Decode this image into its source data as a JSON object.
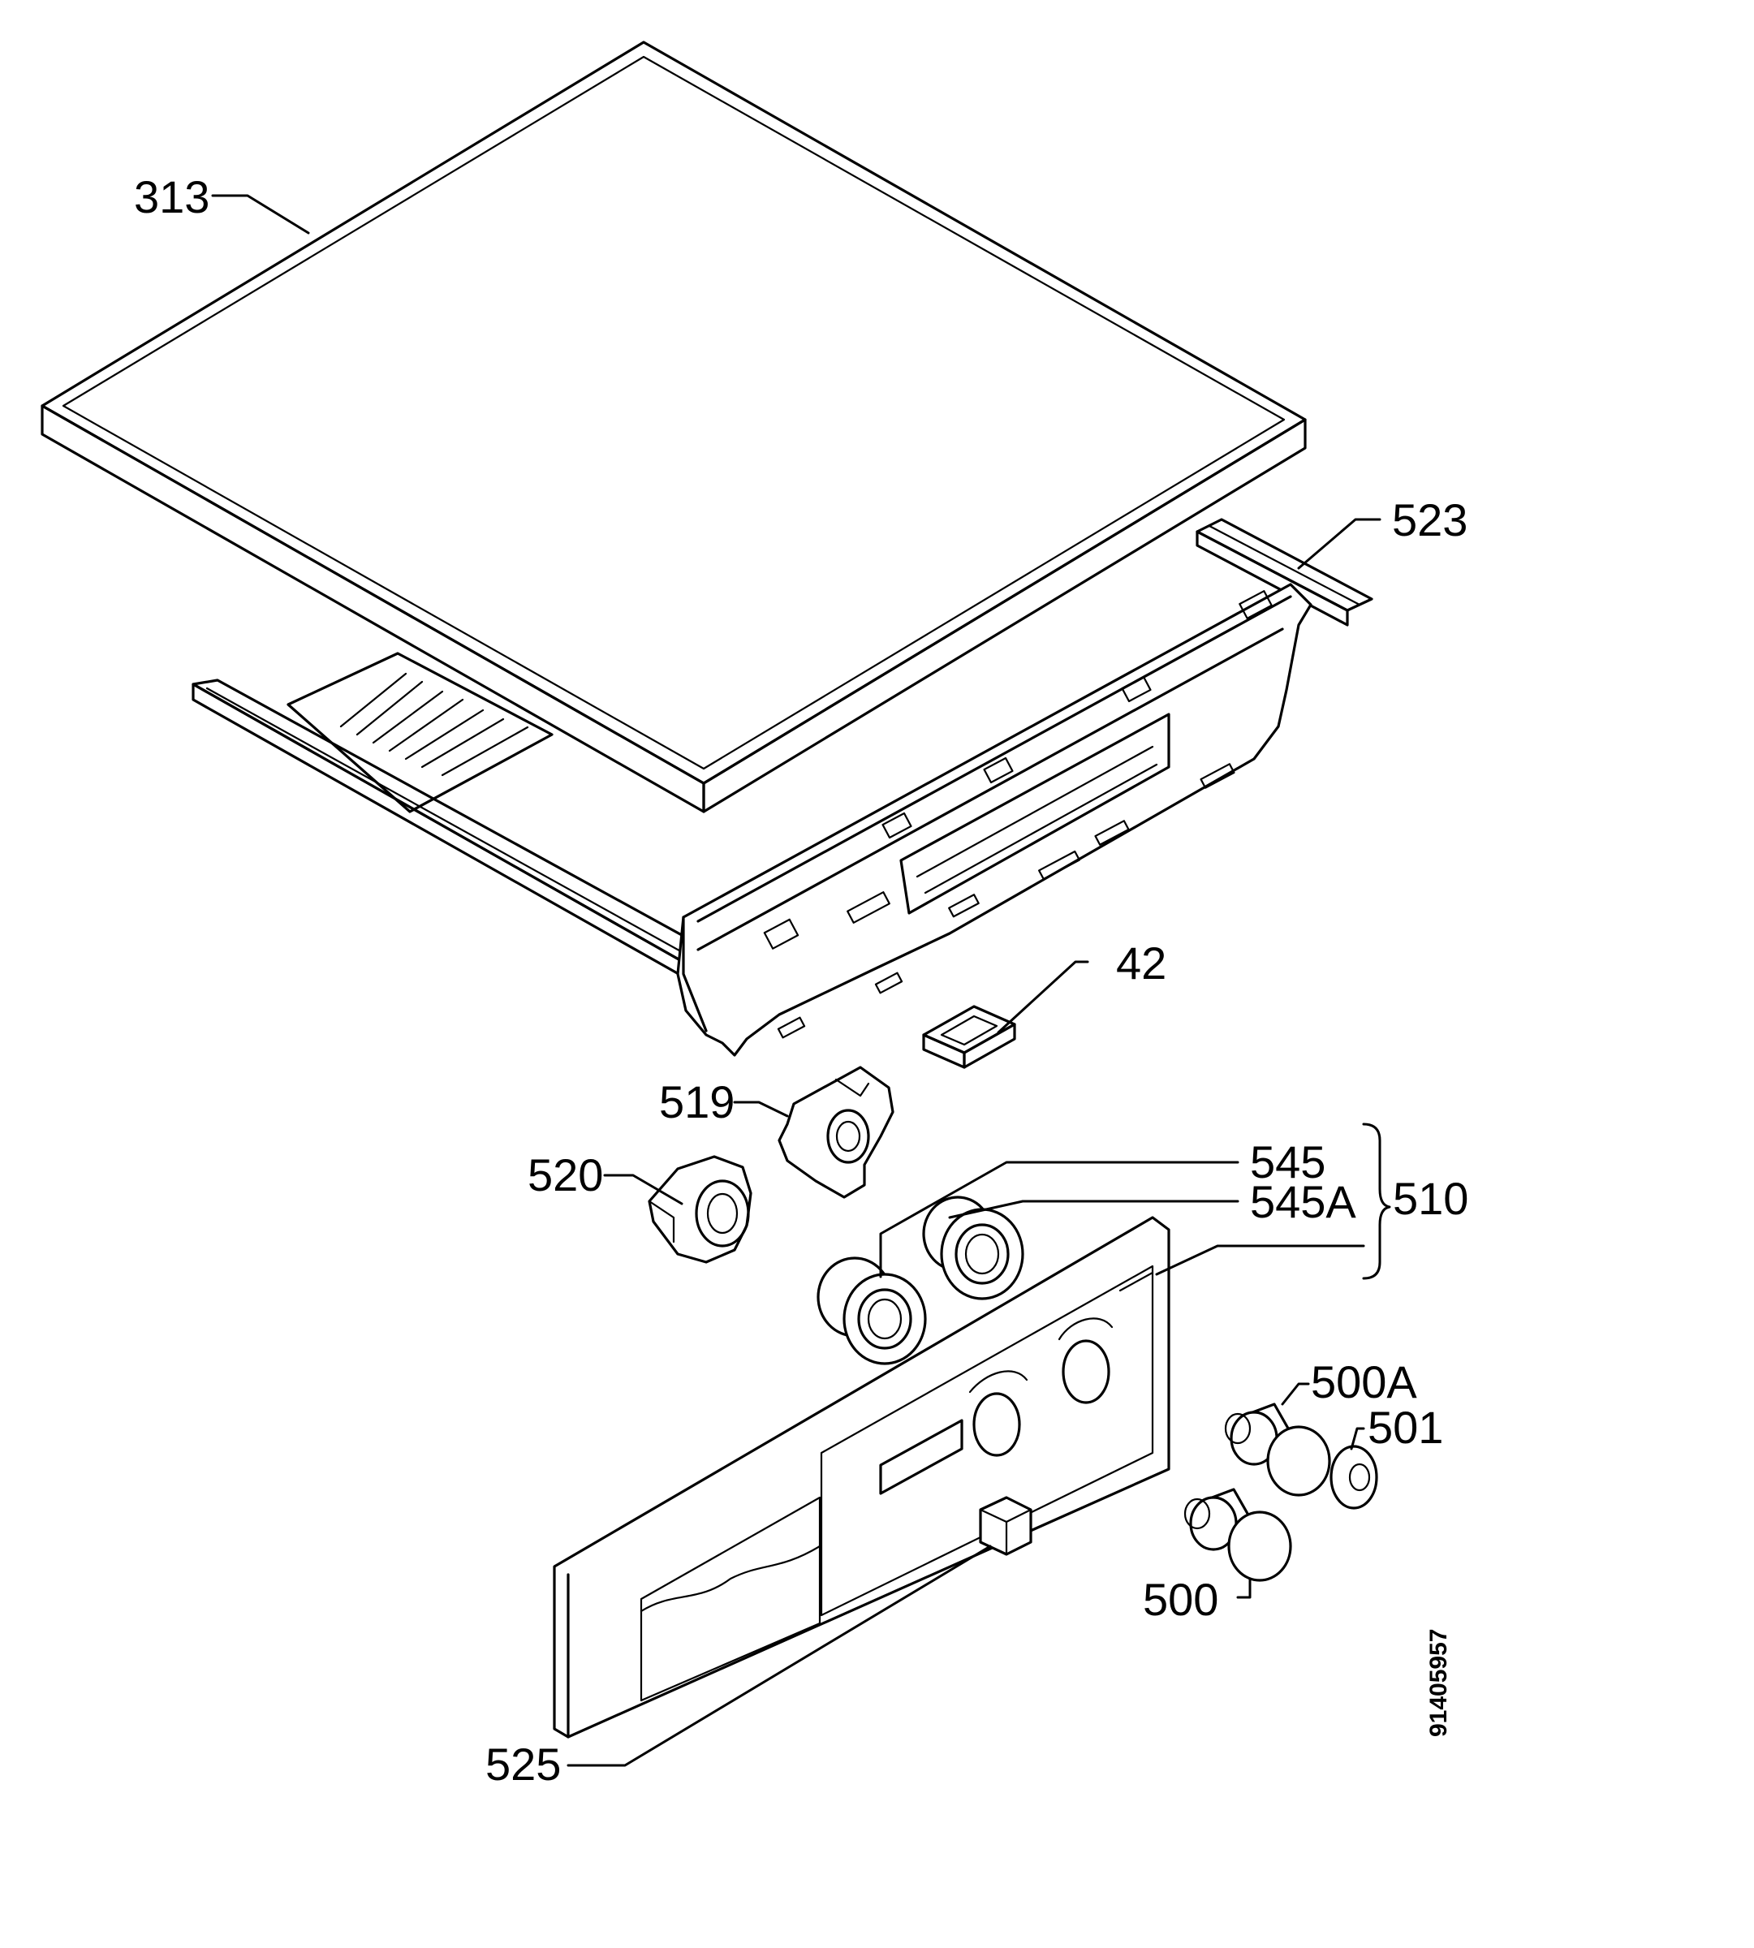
{
  "labels": {
    "p313": "313",
    "p523": "523",
    "p42": "42",
    "p519": "519",
    "p520": "520",
    "p545": "545",
    "p545a": "545A",
    "p510": "510",
    "p500a": "500A",
    "p501": "501",
    "p500": "500",
    "p525": "525"
  },
  "document_number": "91405957"
}
